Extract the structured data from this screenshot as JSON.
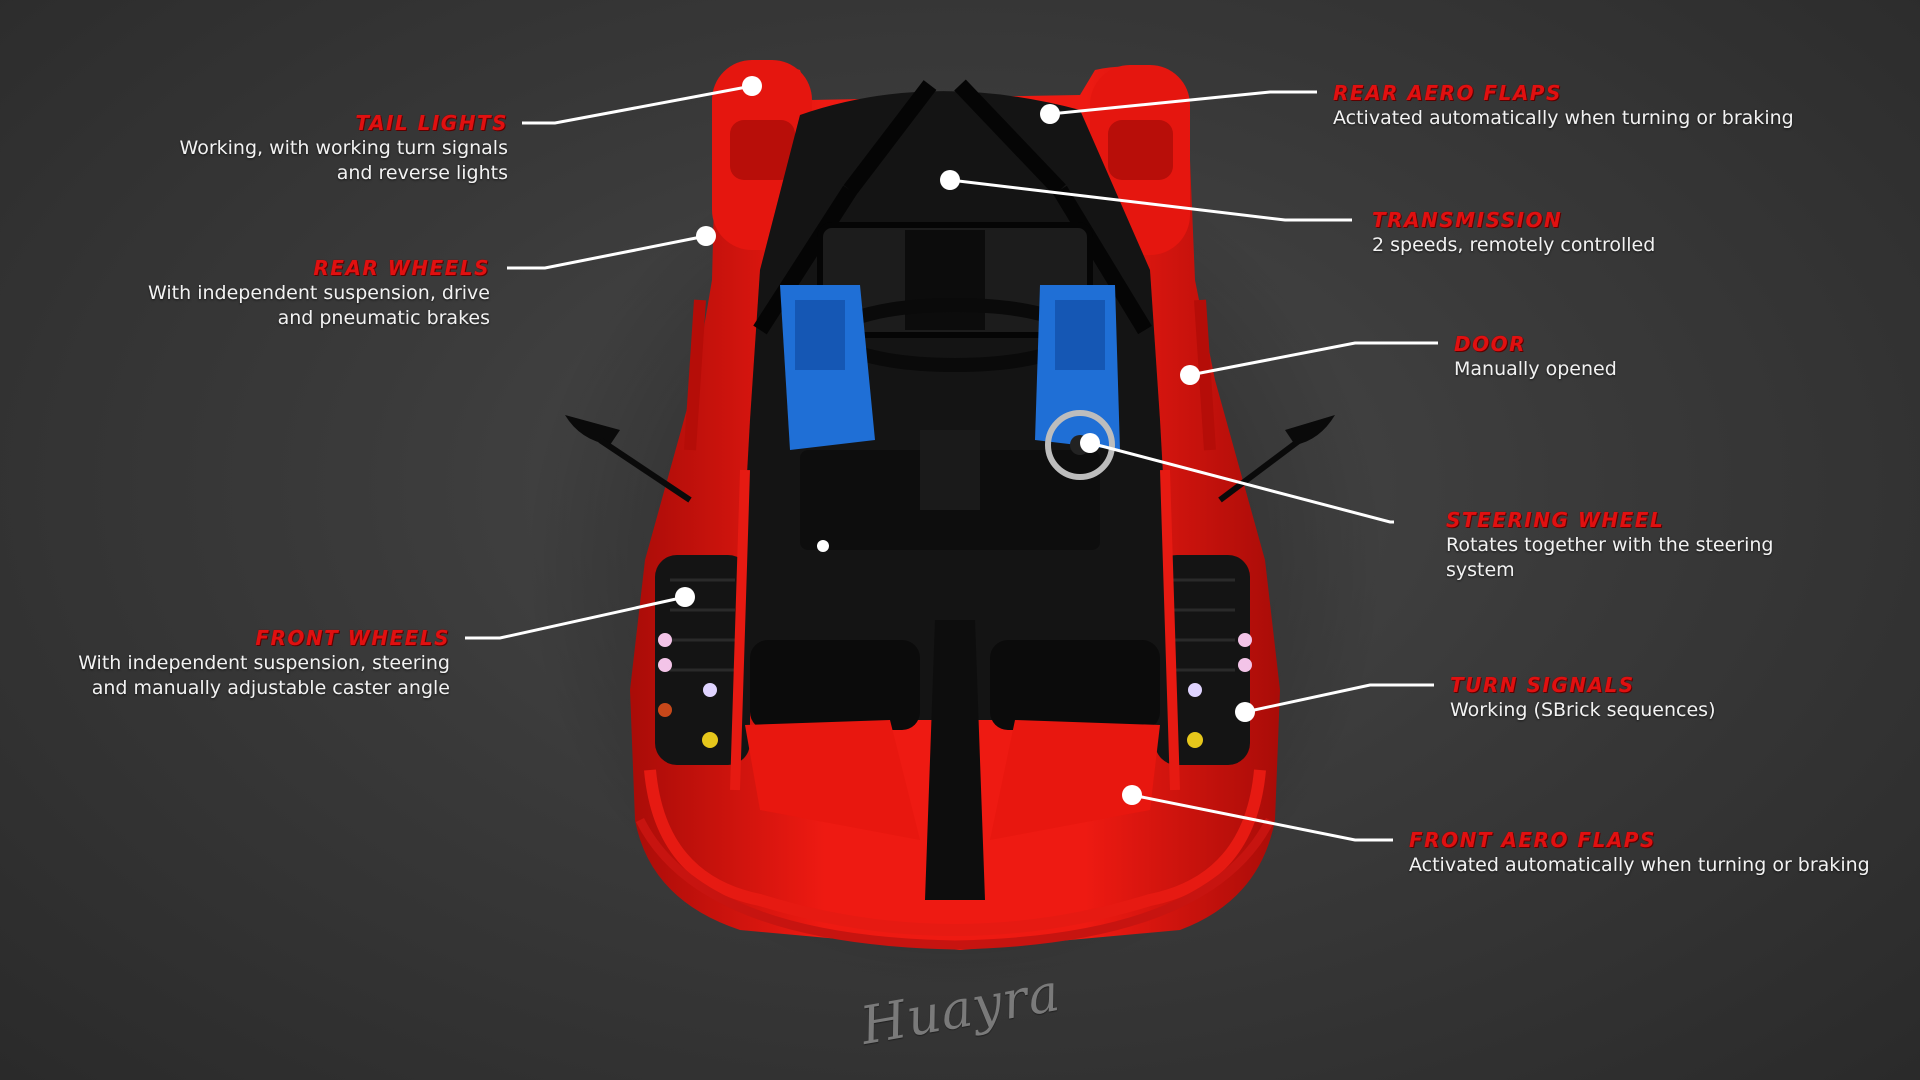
{
  "callouts": {
    "tail_lights": {
      "title": "TAIL LIGHTS",
      "desc_1": "Working, with working turn signals",
      "desc_2": "and reverse lights"
    },
    "rear_wheels": {
      "title": "REAR WHEELS",
      "desc_1": "With independent suspension, drive",
      "desc_2": "and pneumatic brakes"
    },
    "front_wheels": {
      "title": "FRONT WHEELS",
      "desc_1": "With independent suspension, steering",
      "desc_2": "and manually adjustable caster angle"
    },
    "rear_aero_flaps": {
      "title": "REAR AERO FLAPS",
      "desc_1": "Activated automatically when turning or braking"
    },
    "transmission": {
      "title": "TRANSMISSION",
      "desc_1": "2 speeds, remotely controlled"
    },
    "door": {
      "title": "DOOR",
      "desc_1": "Manually opened"
    },
    "steering_wheel": {
      "title": "STEERING WHEEL",
      "desc_1": "Rotates together with the steering",
      "desc_2": "system"
    },
    "turn_signals": {
      "title": "TURN SIGNALS",
      "desc_1": "Working (SBrick sequences)"
    },
    "front_aero_flaps": {
      "title": "FRONT AERO FLAPS",
      "desc_1": "Activated automatically when turning or braking"
    }
  },
  "logo_text": "Huayra",
  "colors": {
    "accent_red": "#e01010",
    "car_red": "#e8140f",
    "car_black": "#121212",
    "seat_blue": "#1f6fd6",
    "background": "#3a3a3a"
  }
}
